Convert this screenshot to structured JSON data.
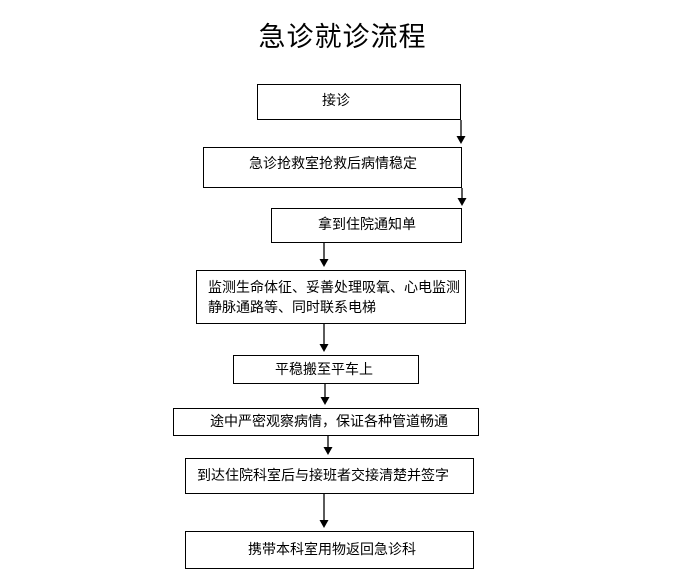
{
  "title": "急诊就诊流程",
  "steps": [
    {
      "lines": [
        "接诊"
      ]
    },
    {
      "lines": [
        "急诊抢救室抢救后病情稳定"
      ]
    },
    {
      "lines": [
        "拿到住院通知单"
      ]
    },
    {
      "lines": [
        "监测生命体征、妥善处理吸氧、心电监测",
        "静脉通路等、同时联系电梯"
      ]
    },
    {
      "lines": [
        "平稳搬至平车上"
      ]
    },
    {
      "lines": [
        "途中严密观察病情，保证各种管道畅通"
      ]
    },
    {
      "lines": [
        "到达住院科室后与接班者交接清楚并签字"
      ]
    },
    {
      "lines": [
        "携带本科室用物返回急诊科"
      ]
    }
  ]
}
